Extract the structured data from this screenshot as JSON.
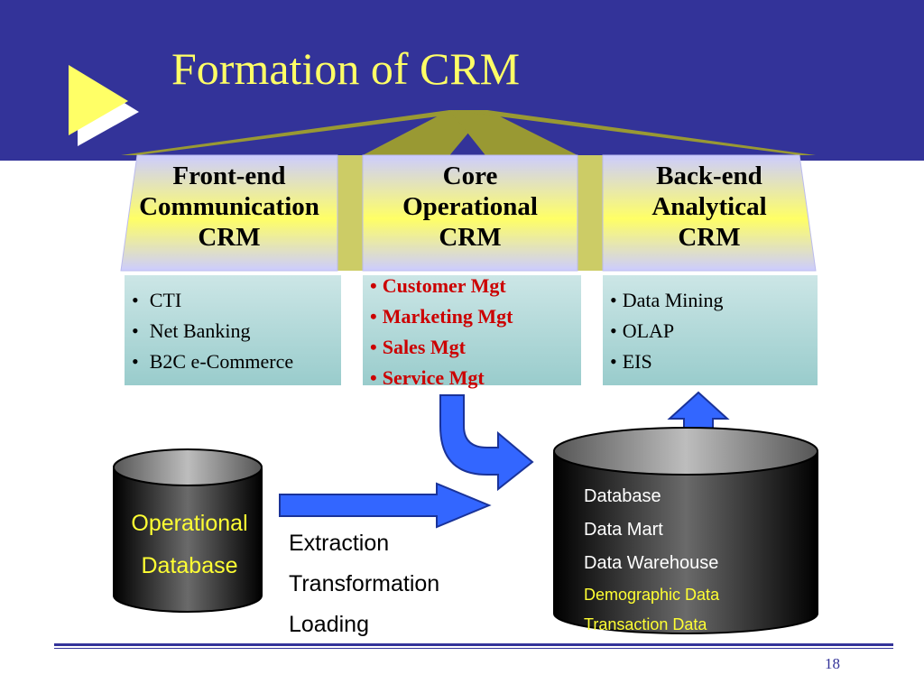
{
  "slide": {
    "title": "Formation of CRM",
    "page_number": "18",
    "colors": {
      "header_bg": "#333399",
      "title": "#ffff66",
      "box_gradient_top": "#ccccff",
      "box_gradient_bottom": "#ffff66",
      "list_gradient_top": "#cce3e3",
      "list_gradient_bottom": "#99cccc",
      "arrow_blue": "#3366ff",
      "olive_fan": "#999933",
      "red_text": "#cc0000"
    }
  },
  "crm_boxes": [
    {
      "lines": [
        "Front-end",
        "Communication",
        "CRM"
      ],
      "items": [
        "CTI",
        "Net Banking",
        "B2C e-Commerce"
      ]
    },
    {
      "lines": [
        "Core",
        "Operational",
        "CRM"
      ],
      "items": [
        "Customer Mgt",
        "Marketing Mgt",
        "Sales Mgt",
        "Service Mgt"
      ]
    },
    {
      "lines": [
        "Back-end",
        "Analytical",
        "CRM"
      ],
      "items": [
        "Data Mining",
        "OLAP",
        "EIS"
      ]
    }
  ],
  "operational_db": {
    "lines": [
      "Operational",
      "Database"
    ]
  },
  "etl_steps": [
    "Extraction",
    "Transformation",
    "Loading"
  ],
  "warehouse": {
    "items": [
      "Database",
      "Data Mart",
      "Data Warehouse"
    ],
    "highlight_items": [
      "Demographic Data",
      "Transaction Data"
    ]
  }
}
